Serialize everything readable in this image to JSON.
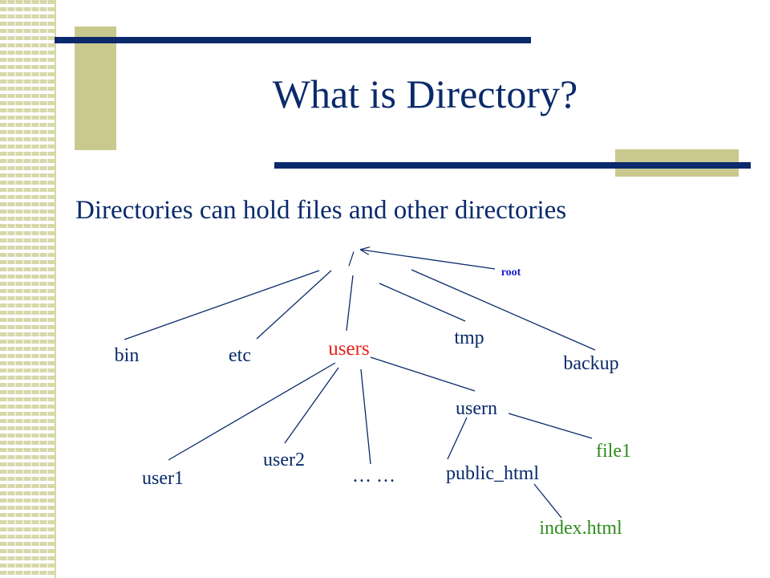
{
  "slide": {
    "title": "What is Directory?",
    "subtitle": "Directories can hold files and other directories"
  },
  "colors": {
    "navy": "#0a2a6b",
    "label_blue": "#0a2a6b",
    "users_red": "#e8211a",
    "file_green": "#2e8b1e",
    "root_blue": "#1a1ad0",
    "accent_khaki": "#c9c98f"
  },
  "tree": {
    "root_symbol": "/",
    "root_label": "root",
    "nodes": {
      "bin": "bin",
      "etc": "etc",
      "users": "users",
      "tmp": "tmp",
      "backup": "backup",
      "user1": "user1",
      "user2": "user2",
      "ellipsis": "… …",
      "usern": "usern",
      "public_html": "public_html",
      "file1": "file1",
      "index_html": "index.html"
    }
  }
}
